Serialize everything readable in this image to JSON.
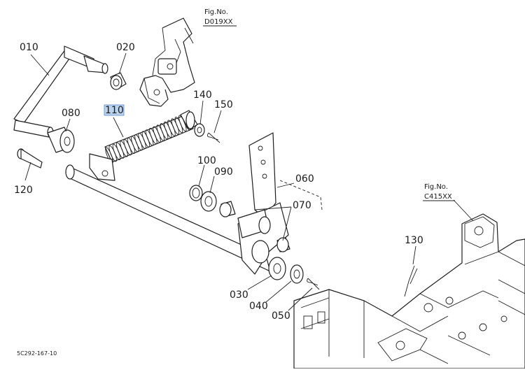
{
  "diagram": {
    "part_labels": {
      "p010": "010",
      "p020": "020",
      "p030": "030",
      "p040": "040",
      "p050": "050",
      "p060": "060",
      "p070": "070",
      "p080": "080",
      "p090": "090",
      "p100": "100",
      "p110": "110",
      "p120": "120",
      "p130": "130",
      "p140": "140",
      "p150": "150"
    },
    "highlighted_label": "110",
    "highlight_color": "#b9d3ee",
    "fig_ref_top": {
      "line1": "Fig.No.",
      "line2": "D019XX"
    },
    "fig_ref_right": {
      "line1": "Fig.No.",
      "line2": "C415XX"
    },
    "drawing_code": "5C292-167-10"
  }
}
